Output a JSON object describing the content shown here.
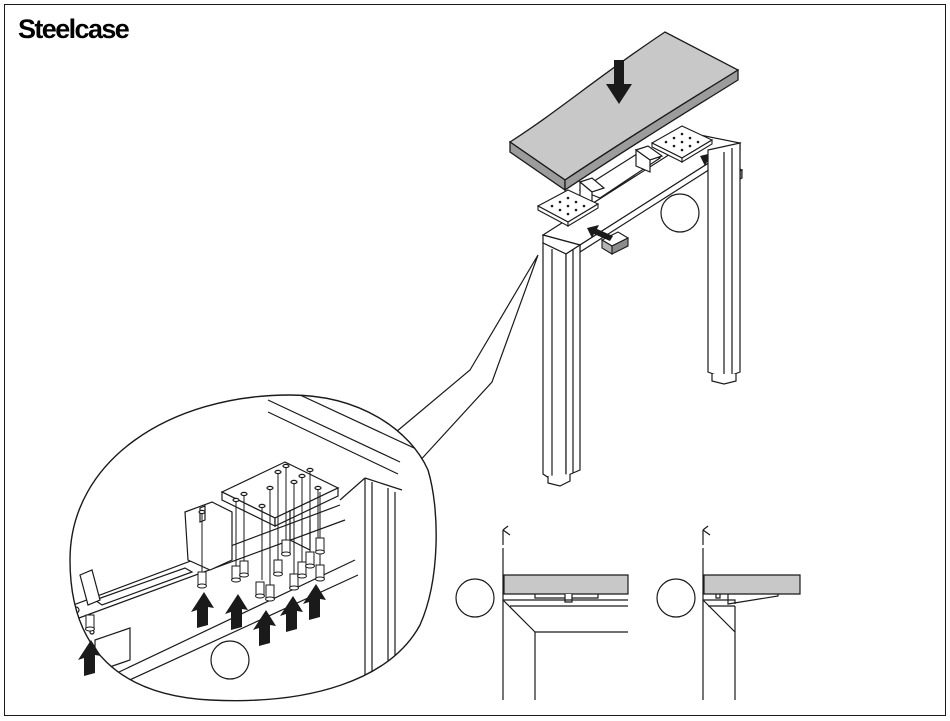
{
  "brand": {
    "name": "Steelcase"
  },
  "illustration": {
    "items": [
      {
        "label": "press-down-arrow-icon"
      },
      {
        "label": "desk-worksurface"
      },
      {
        "label": "mounting-bracket-left"
      },
      {
        "label": "mounting-bracket-right"
      },
      {
        "label": "cable-channel"
      },
      {
        "label": "leg-front"
      },
      {
        "label": "leg-rear"
      },
      {
        "label": "magnified-detail-bubble"
      },
      {
        "label": "upward-screw-arrow-icon"
      },
      {
        "label": "edge-detail-aligned"
      },
      {
        "label": "edge-detail-offset"
      }
    ]
  },
  "colors": {
    "line": "#1a1a1a",
    "surface_fill": "#c8c8c8",
    "arrow_fill": "#1a1a1a",
    "paper": "#ffffff"
  }
}
